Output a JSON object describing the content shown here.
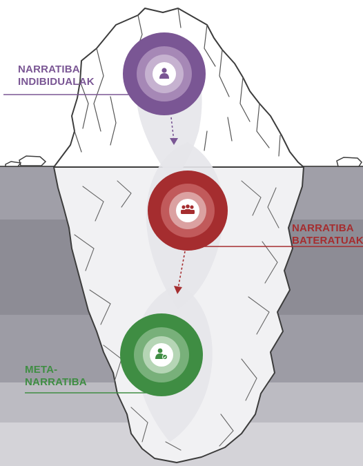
{
  "diagram": {
    "colors": {
      "purple": "#7a5694",
      "red": "#a52d2f",
      "green": "#3f8d43",
      "water_surface": "#9f9ea6",
      "water_mid": "#8d8c95",
      "water_deep": "#d2d1d6",
      "ice": "#ffffff",
      "ice_outline": "#3c3c3c"
    },
    "levels": [
      {
        "id": "individual",
        "label_lines": [
          "NARRATIBA",
          "INDIBIDUALAK"
        ],
        "color": "#7a5694",
        "icon": "person-icon"
      },
      {
        "id": "shared",
        "label_lines": [
          "NARRATIBA",
          "BATERATUAK"
        ],
        "color": "#a52d2f",
        "icon": "group-icon"
      },
      {
        "id": "meta",
        "label_lines": [
          "META-",
          "NARRATIBA"
        ],
        "color": "#3f8d43",
        "icon": "person-check-icon"
      }
    ]
  }
}
